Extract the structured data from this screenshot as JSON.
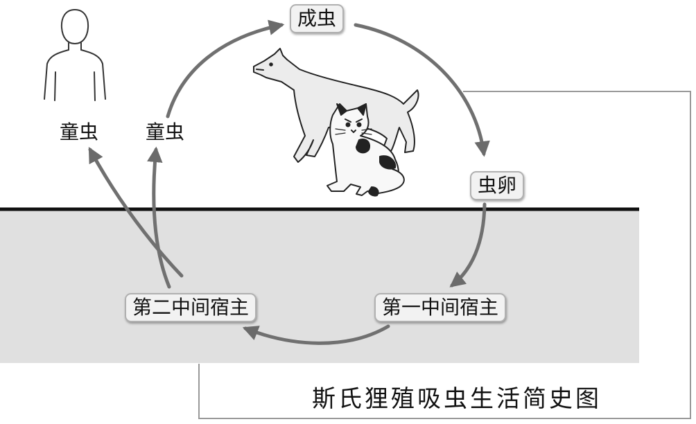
{
  "caption": "斯氏狸殖吸虫生活简史图",
  "stages": {
    "adult": "成虫",
    "egg": "虫卵",
    "first_host": "第一中间宿主",
    "second_host": "第二中间宿主",
    "larva_left": "童虫",
    "larva_right": "童虫"
  },
  "icons": [
    "human-figure-icon",
    "dog-icon",
    "cat-icon"
  ],
  "colors": {
    "arrow": "#707070",
    "ground_fill": "#e0e0e0",
    "ground_line": "#111111",
    "box_border": "#b0b0b0"
  }
}
